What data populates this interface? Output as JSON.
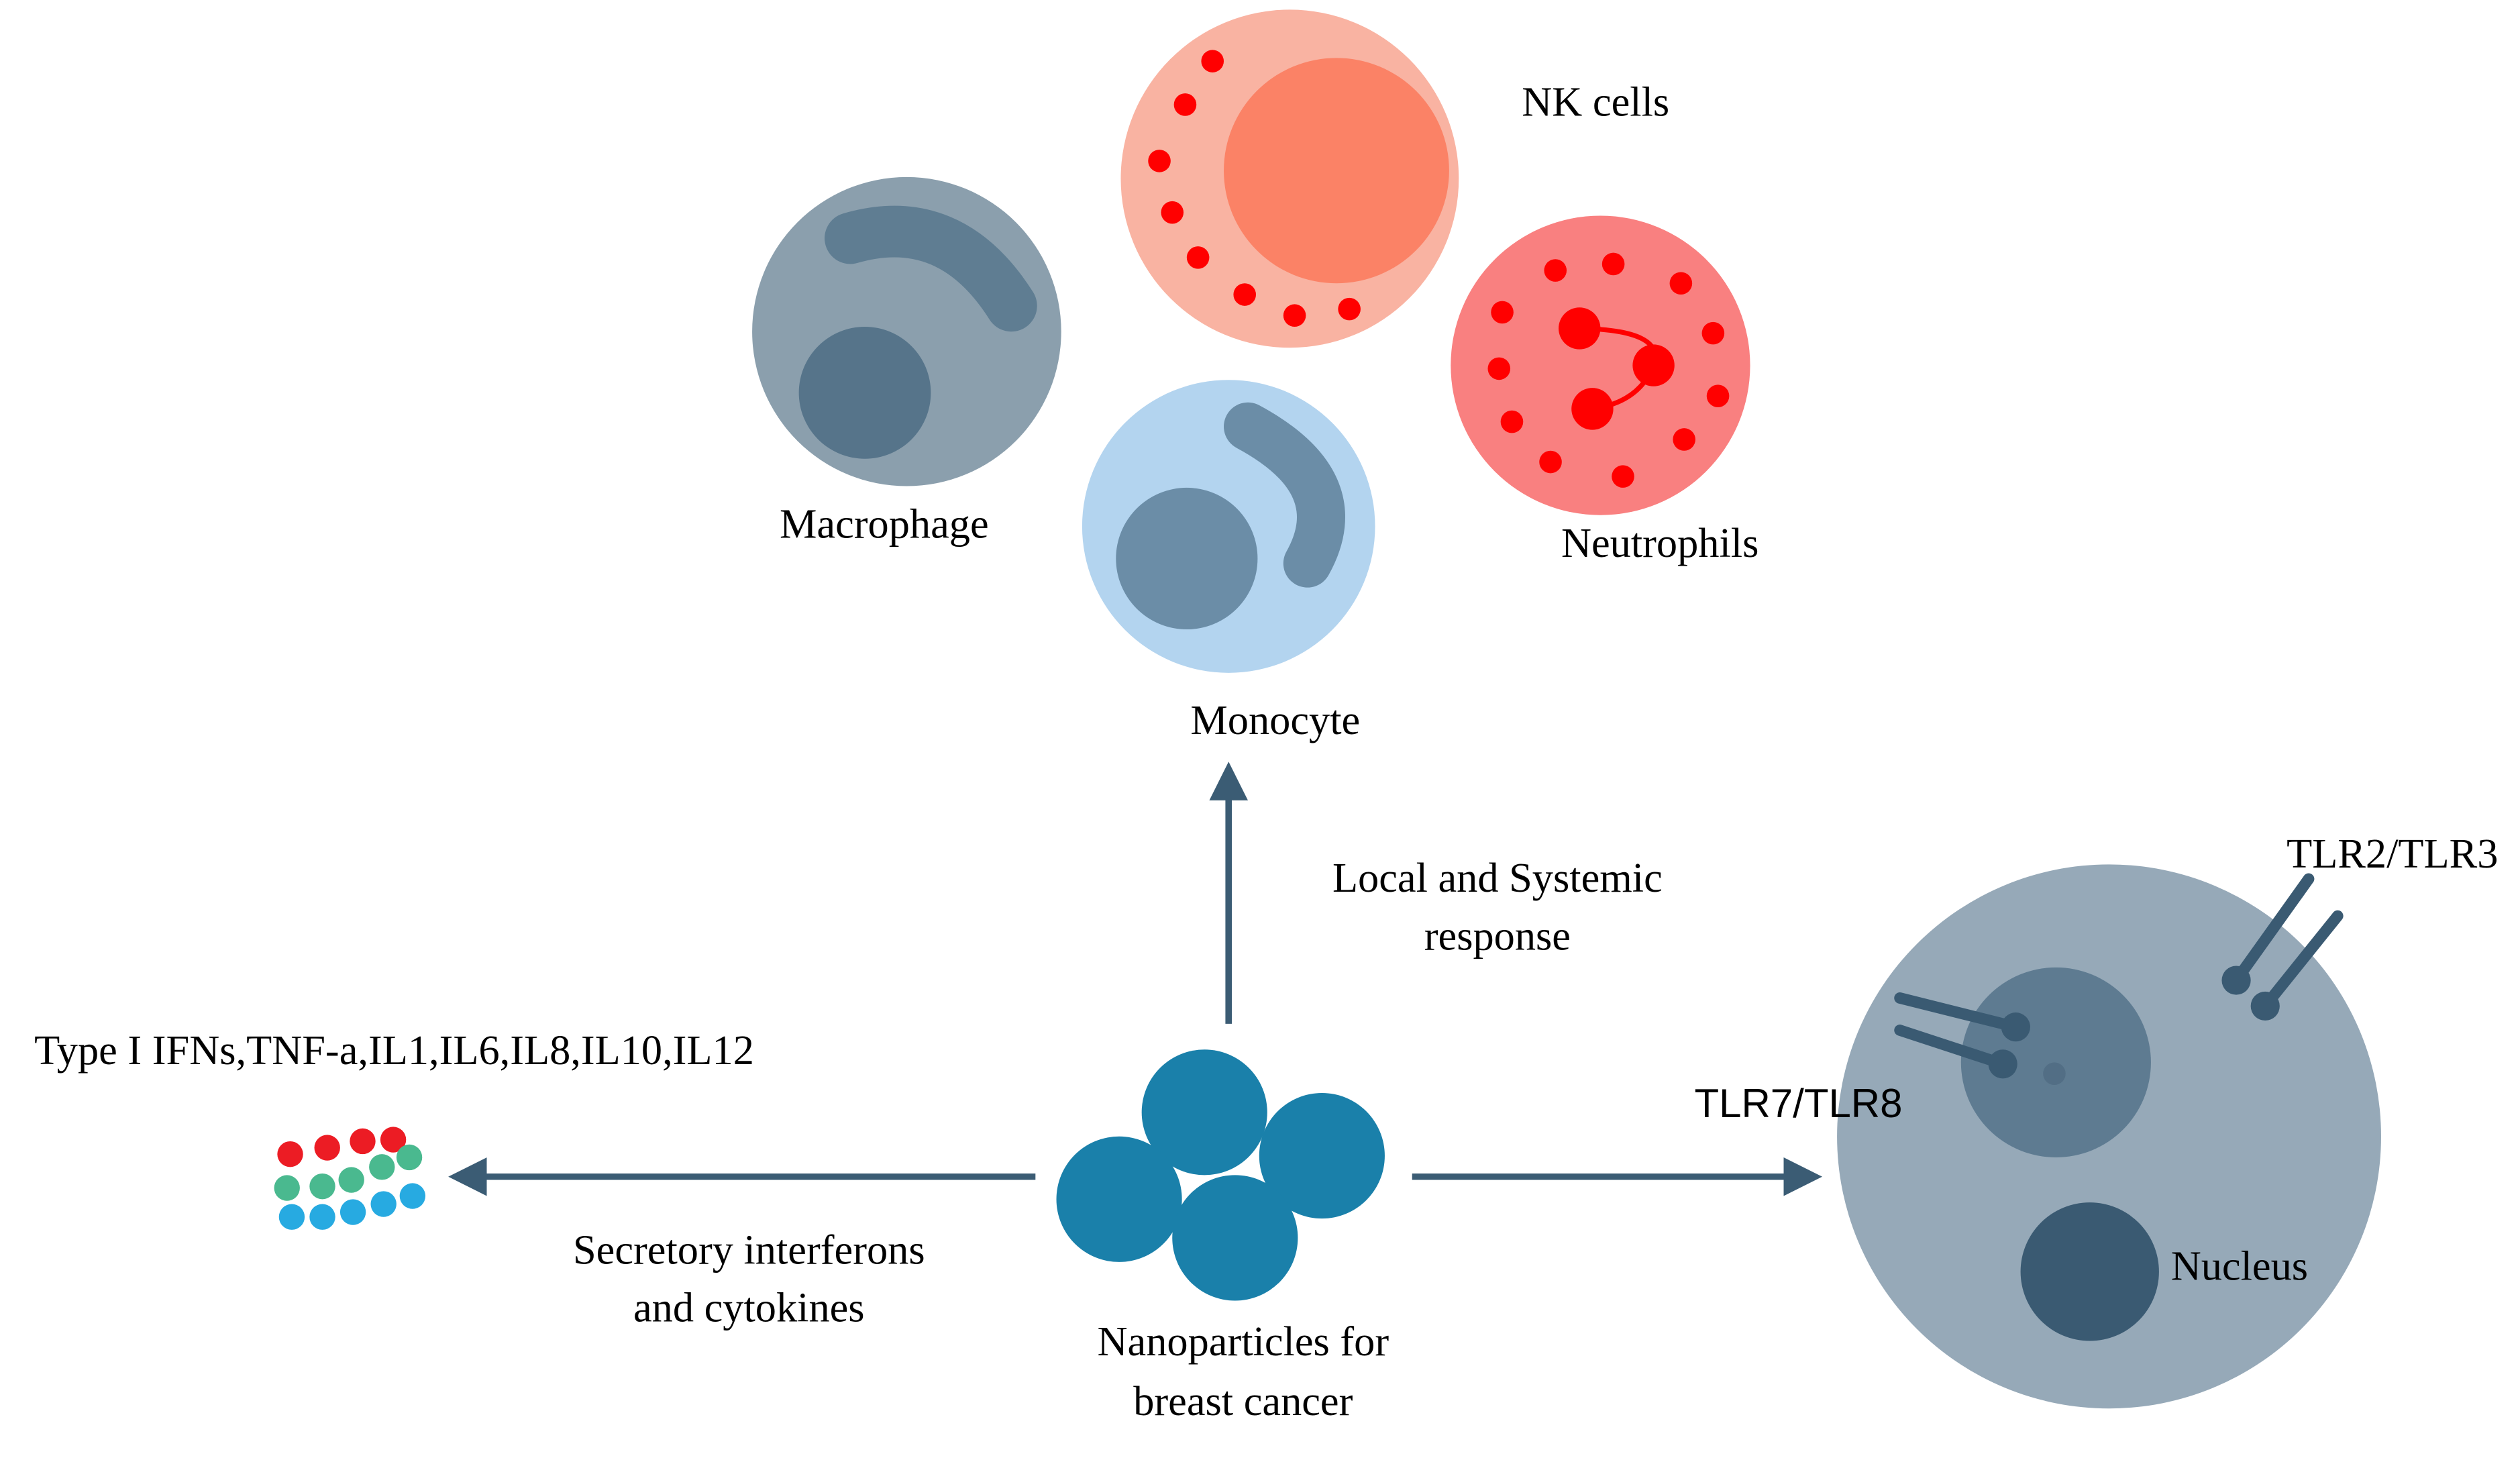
{
  "cells": {
    "nk": {
      "label": "NK cells"
    },
    "macrophage": {
      "label": "Macrophage"
    },
    "neutrophils": {
      "label": "Neutrophils"
    },
    "monocyte": {
      "label": "Monocyte"
    }
  },
  "center": {
    "line1": "Nanoparticles for",
    "line2": "breast cancer"
  },
  "up_arrow": {
    "line1": "Local and Systemic",
    "line2": "response"
  },
  "left_arrow": {
    "line1": "Secretory interferons",
    "line2": "and cytokines"
  },
  "cytokine_list": "Type I IFNs,TNF-a,IL1,IL6,IL8,IL10,IL12",
  "receptor_cell": {
    "tlr23": "TLR2/TLR3",
    "tlr78": "TLR7/TLR8",
    "nucleus": "Nucleus"
  },
  "colors": {
    "arrow": "#3b5c74",
    "nanoparticle": "#1a80aa",
    "macrophage": "#8b9fad",
    "nk_outer": "#f9b3a2",
    "nk_core": "#fb8266",
    "neutrophil": "#f98080",
    "granule_red": "#ff0000",
    "monocyte": "#b3d4ef",
    "receptor_cell": "#96a9b8",
    "cytokine_red": "#ec1c24",
    "cytokine_green": "#4ab98f",
    "cytokine_blue": "#27aae1"
  }
}
